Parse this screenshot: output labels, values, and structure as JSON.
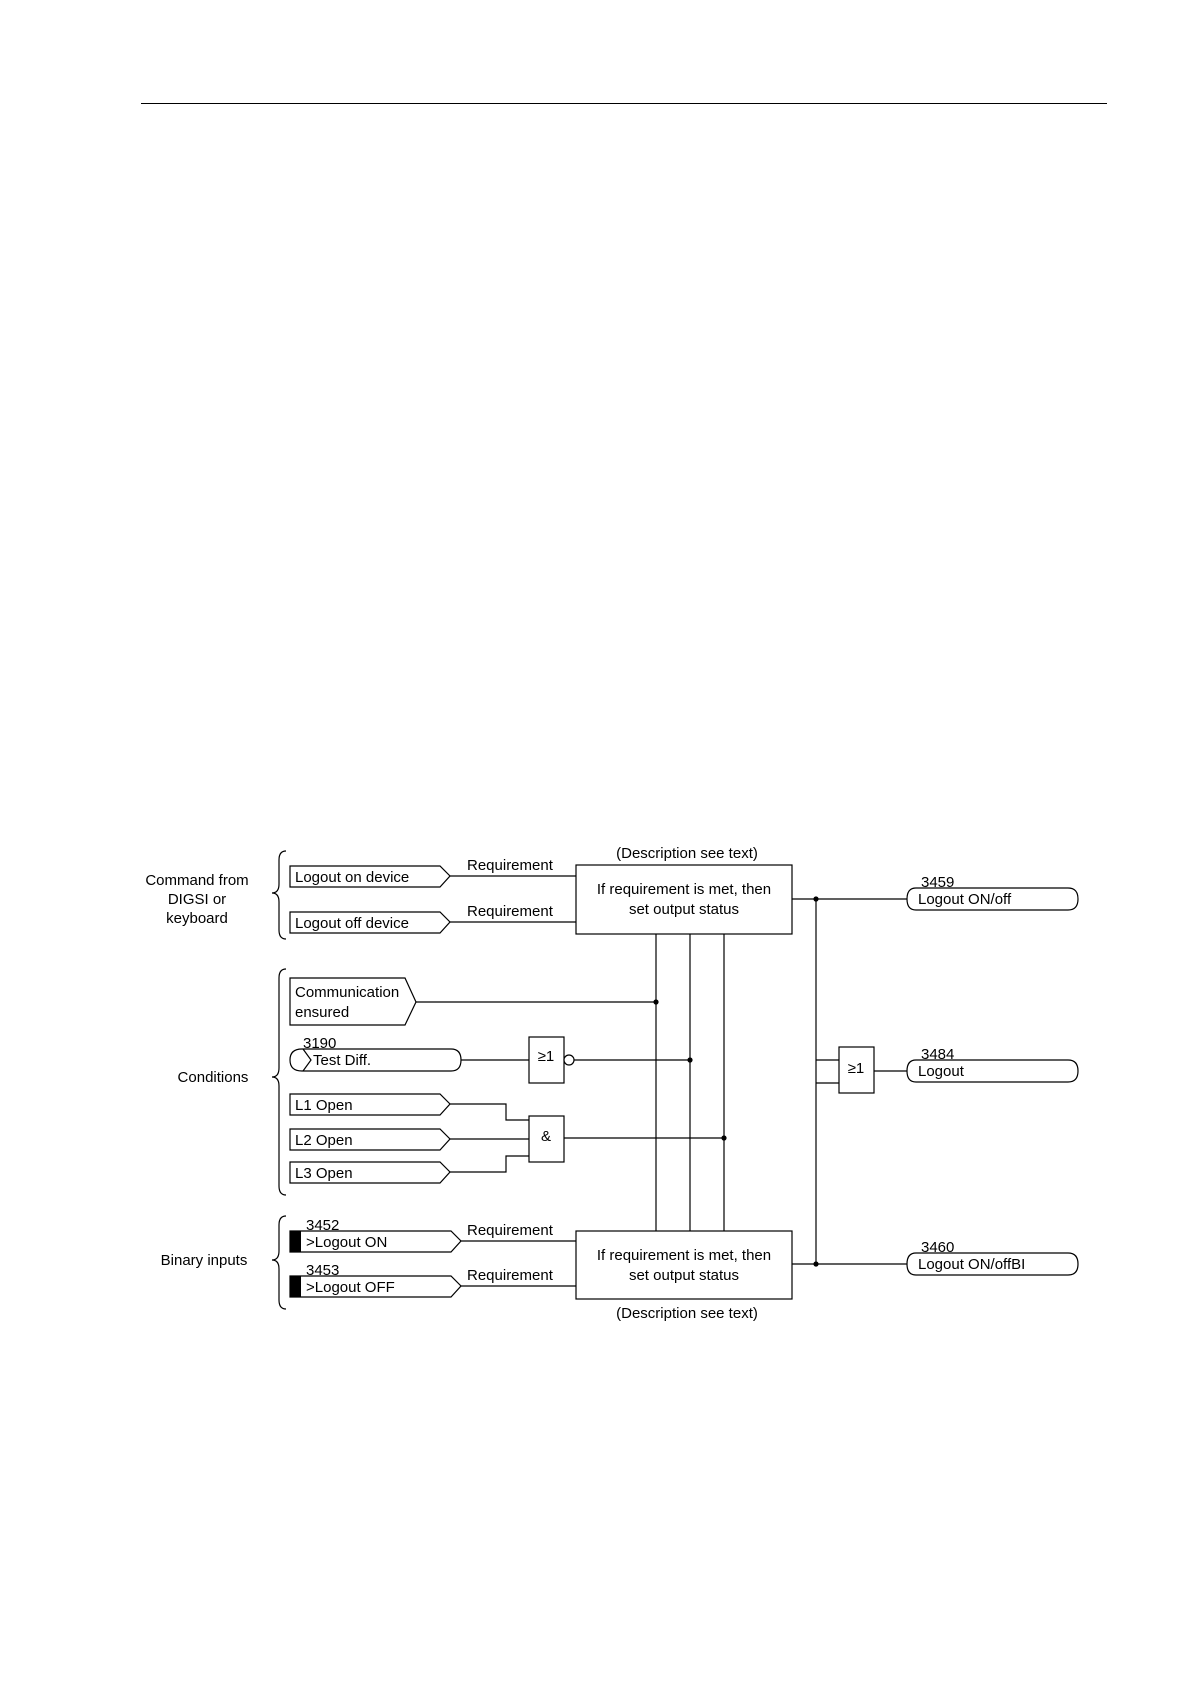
{
  "groups": {
    "command": [
      "Command from",
      "DIGSI or",
      "keyboard"
    ],
    "conditions": "Conditions",
    "binary_inputs": "Binary inputs"
  },
  "inputs": {
    "logout_on_device": "Logout on device",
    "logout_off_device": "Logout off device",
    "comm_line1": "Communication",
    "comm_line2": "ensured",
    "test_diff_number": "3190",
    "test_diff": "Test Diff.",
    "l1_open": "L1 Open",
    "l2_open": "L2 Open",
    "l3_open": "L3 Open",
    "logout_on_bi_number": "3452",
    "logout_on_bi": ">Logout ON",
    "logout_off_bi_number": "3453",
    "logout_off_bi": ">Logout OFF"
  },
  "labels": {
    "requirement": "Requirement",
    "description_see_text": "(Description see text)"
  },
  "blocks": {
    "top_line1": "If requirement is met, then",
    "top_line2": "set output status",
    "bottom_line1": "If requirement is met, then",
    "bottom_line2": "set output status"
  },
  "gates": {
    "or_symbol": "≥1",
    "and_symbol": "&"
  },
  "outputs": {
    "logout_on_off_number": "3459",
    "logout_on_off": "Logout ON/off",
    "logout_number": "3484",
    "logout": "Logout",
    "logout_on_off_bi_number": "3460",
    "logout_on_off_bi": "Logout ON/offBI"
  }
}
